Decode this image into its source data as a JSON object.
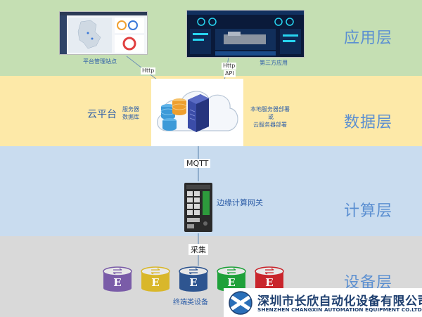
{
  "layers": {
    "app": "应用层",
    "data": "数据层",
    "compute": "计算层",
    "device": "设备层"
  },
  "app_layer": {
    "platform_caption": "平台管理站点",
    "third_party_caption": "第三方应用",
    "http_left": "Http",
    "http_right": "Http",
    "api_right": "API"
  },
  "data_layer": {
    "cloud_title": "云平台",
    "server_label": "服务器",
    "db_label": "数据库",
    "local_deploy": "本地服务器部署",
    "or_label": "或",
    "cloud_deploy": "云服务器部署"
  },
  "compute_layer": {
    "mqtt": "MQTT",
    "gateway": "边缘计算网关"
  },
  "device_layer": {
    "collect": "采集",
    "terminal_caption": "终端类设备",
    "device_letter": "E"
  },
  "company": {
    "name_cn": "深圳市长欣自动化设备有限公司",
    "name_en": "SHENZHEN CHANGXIN AUTOMATION EQUIPMENT CO.LTD"
  },
  "colors": {
    "app_band": "#c5dfb3",
    "data_band": "#fde9a8",
    "compute_band": "#c9dcef",
    "device_band": "#d9d9d9",
    "layer_text": "#5b8fd1",
    "device_colors": [
      "#7a5ca8",
      "#d9b72a",
      "#2e5590",
      "#1fa13a",
      "#c9252c"
    ]
  }
}
